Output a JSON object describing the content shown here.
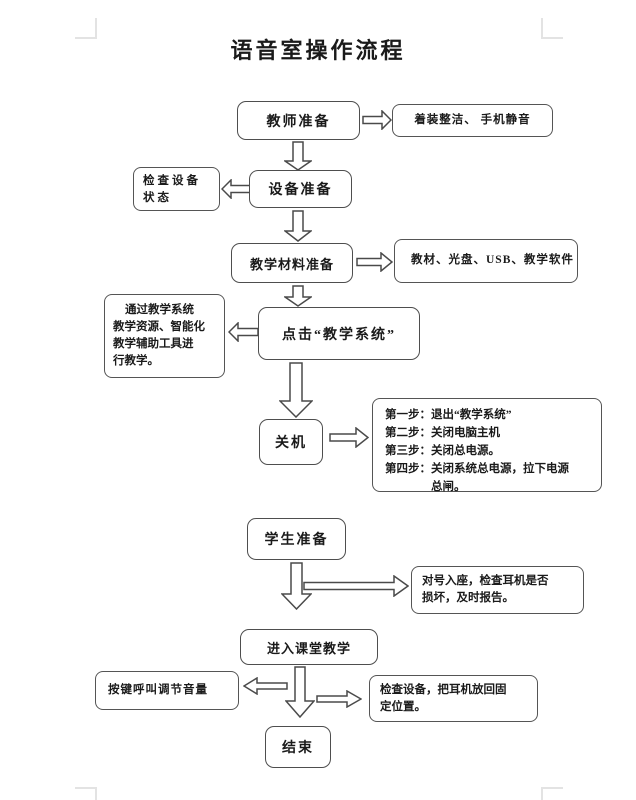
{
  "page": {
    "title": "语音室操作流程"
  },
  "flowchart": {
    "nodes": {
      "teacher_prep": "教师准备",
      "device_prep": "设备准备",
      "material_prep": "教学材料准备",
      "click_system": "点击“教学系统”",
      "shutdown": "关机",
      "student_prep": "学生准备",
      "enter_class": "进入课堂教学",
      "end": "结束"
    },
    "annotations": {
      "dress_code": "着装整洁、 手机静音",
      "check_status": "检查设备\n状态",
      "materials": "教材、光盘、USB、教学软件",
      "via_system": "通过教学系统\n教学资源、智能化\n教学辅助工具进\n行教学。",
      "shutdown_steps": "第一步：退出“教学系统”\n第二步：关闭电脑主机\n第三步：关闭总电源。\n第四步：关闭系统总电源，拉下电源\n　　　　总闸。",
      "seating": "对号入座，检查耳机是否\n损坏，及时报告。",
      "volume_call": "按键呼叫调节音量",
      "return_headset": "检查设备，把耳机放回固\n定位置。"
    },
    "colors": {
      "box_border": "#4e4e4e",
      "arrow_outline": "#4a4a4a",
      "text": "#1a1a1a",
      "background": "#ffffff",
      "crop_mark": "#e3e3e3"
    }
  }
}
